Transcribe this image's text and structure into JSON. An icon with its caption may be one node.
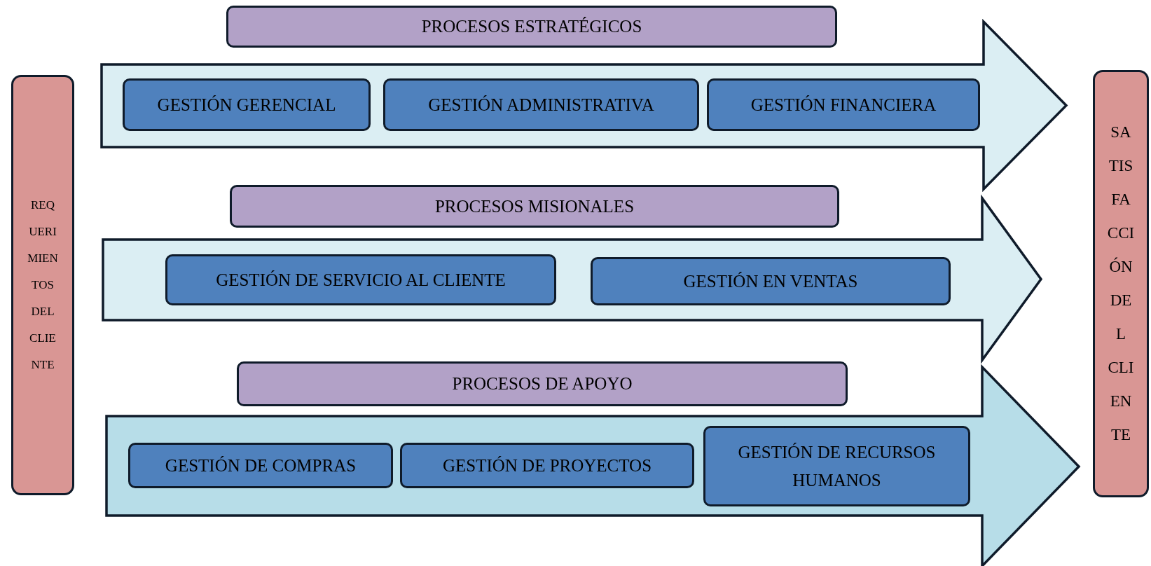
{
  "diagram": {
    "nodes": [
      {
        "text": [
          "REQ UERI MIEN TOS DEL CLIE NTE"
        ]
      },
      {
        "text": [
          "PROCESOS ESTRATÉGICOS"
        ]
      },
      {
        "text": [],
        "shape": "arrow"
      },
      {
        "text": [
          "GESTIÓN GERENCIAL"
        ],
        "in": 2
      },
      {
        "text": [
          "GESTIÓN ADMINISTRATIVA"
        ],
        "in": 2
      },
      {
        "text": [
          "GESTIÓN FINANCIERA"
        ],
        "in": 2
      },
      {
        "text": [
          "PROCESOS MISIONALES"
        ]
      },
      {
        "text": [],
        "shape": "arrow"
      },
      {
        "text": [
          "GESTIÓN DE SERVICIO AL CLIENTE"
        ],
        "in": 7
      },
      {
        "text": [
          "GESTIÓN EN VENTAS"
        ],
        "in": 7
      },
      {
        "text": [
          "PROCESOS DE APOYO"
        ]
      },
      {
        "text": [],
        "shape": "arrow"
      },
      {
        "text": [
          "GESTIÓN DE COMPRAS"
        ],
        "in": 11
      },
      {
        "text": [
          "GESTIÓN DE PROYECTOS"
        ],
        "in": 11
      },
      {
        "text": [
          "GESTIÓN DE RECURSOS HUMANOS"
        ],
        "in": 11
      },
      {
        "text": [
          "SA TIS FA CCI ÓN DE L CLI EN TE"
        ]
      }
    ],
    "edges": []
  }
}
